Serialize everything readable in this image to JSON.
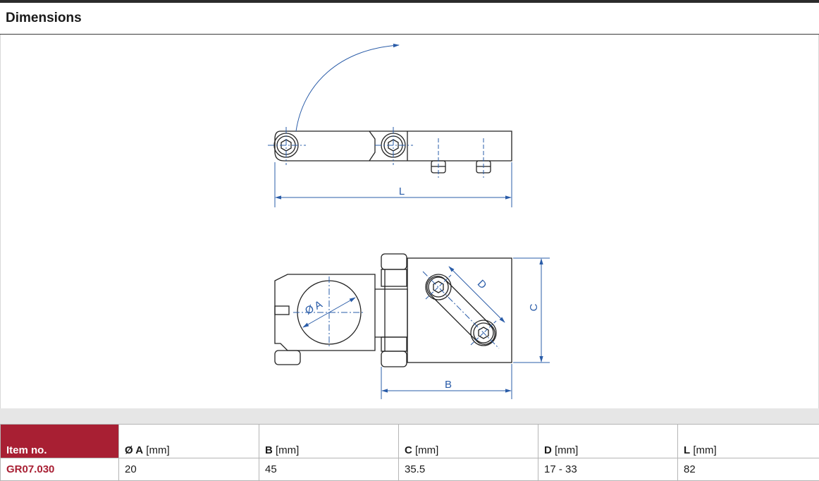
{
  "section": {
    "title": "Dimensions"
  },
  "drawing": {
    "labels": {
      "L": "L",
      "A": "Ø A",
      "B": "B",
      "C": "C",
      "D": "D"
    },
    "colors": {
      "dimension": "#2a5ca8",
      "part_outline": "#222222"
    }
  },
  "table": {
    "headers": [
      {
        "symbol": "Item no.",
        "unit": ""
      },
      {
        "symbol": "Ø A",
        "unit": "[mm]"
      },
      {
        "symbol": "B",
        "unit": "[mm]"
      },
      {
        "symbol": "C",
        "unit": "[mm]"
      },
      {
        "symbol": "D",
        "unit": "[mm]"
      },
      {
        "symbol": "L",
        "unit": "[mm]"
      }
    ],
    "rows": [
      [
        "GR07.030",
        "20",
        "45",
        "35.5",
        "17 - 33",
        "82"
      ]
    ],
    "colors": {
      "accent": "#a81f33",
      "band": "#e6e6e6"
    }
  }
}
